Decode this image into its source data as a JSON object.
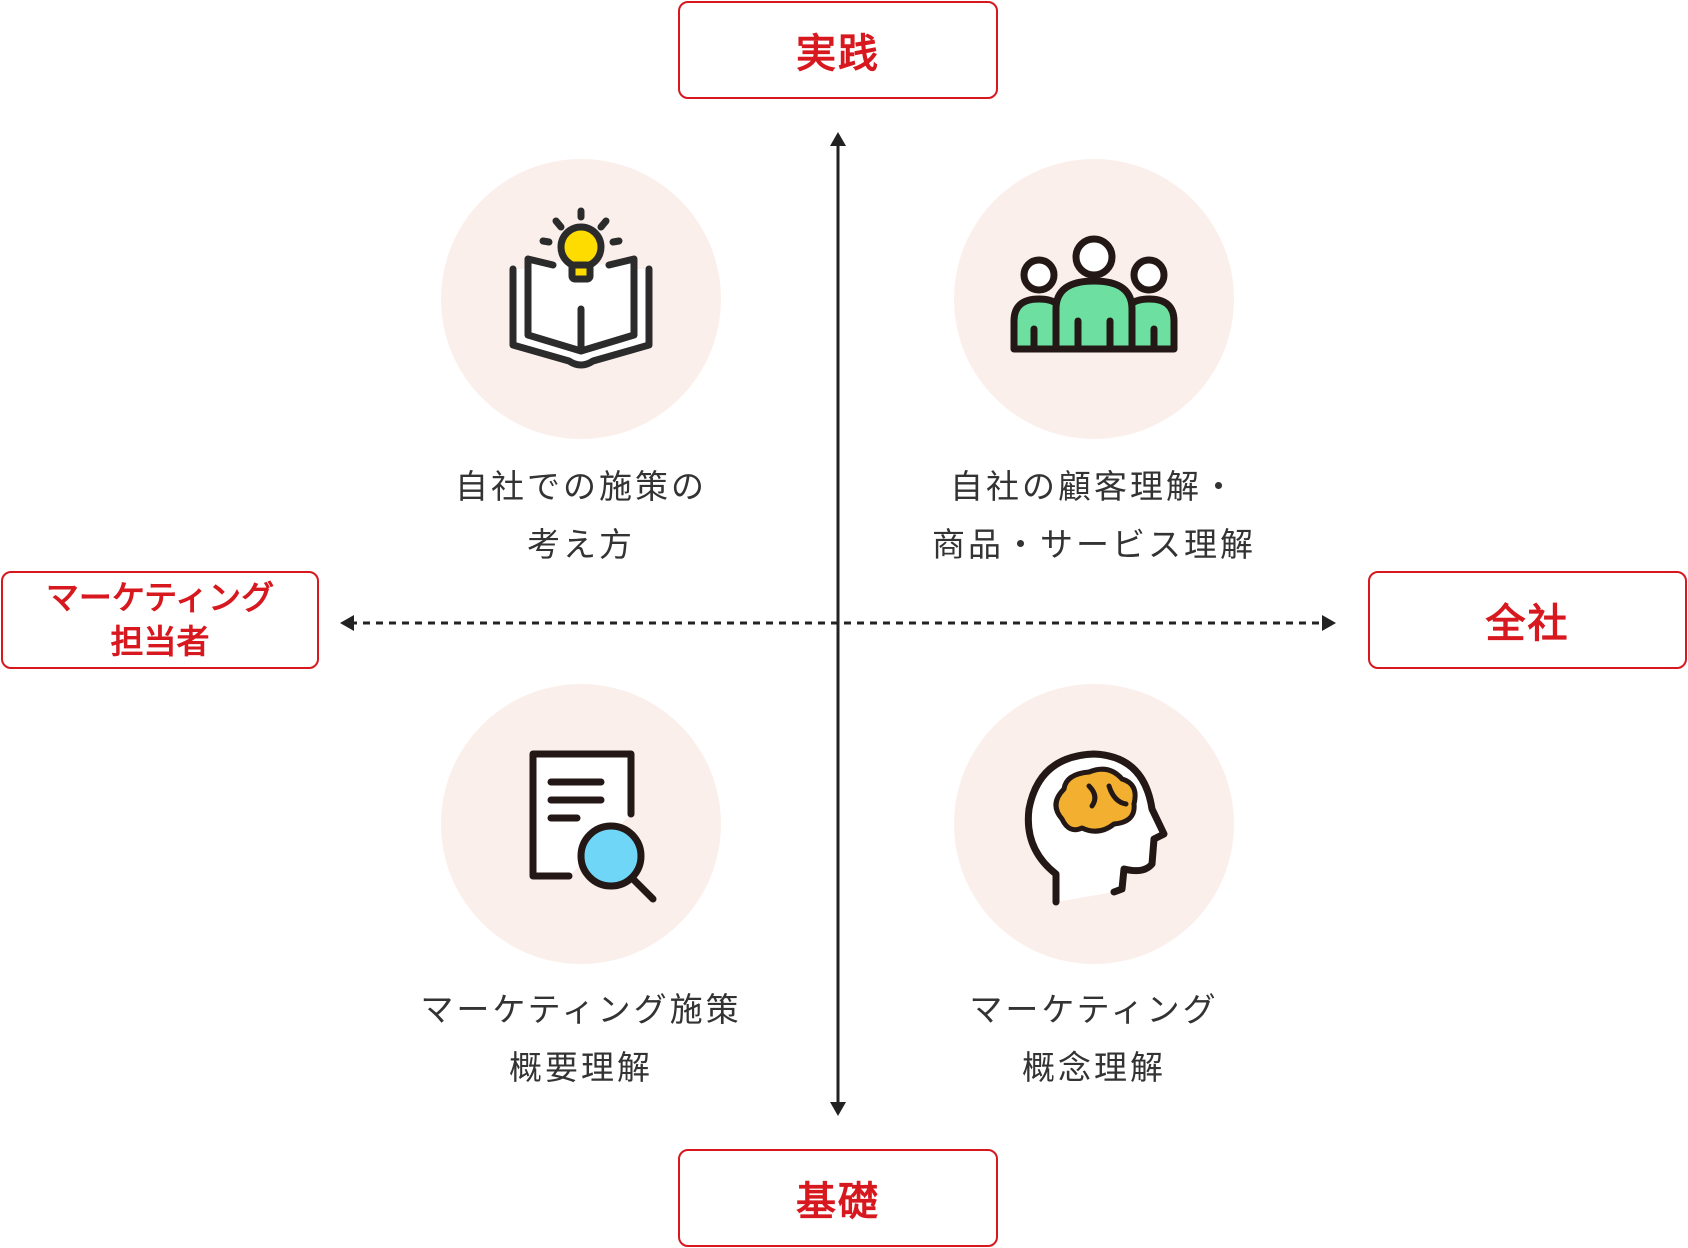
{
  "axes": {
    "top": "実践",
    "bottom": "基礎",
    "left": [
      "マーケティング",
      "担当者"
    ],
    "right": "全社"
  },
  "quadrants": [
    {
      "icon": "book-lightbulb-icon",
      "lines": [
        "自社での施策の",
        "考え方"
      ]
    },
    {
      "icon": "people-group-icon",
      "lines": [
        "自社の顧客理解・",
        "商品・サービス理解"
      ]
    },
    {
      "icon": "document-search-icon",
      "lines": [
        "マーケティング施策",
        "概要理解"
      ]
    },
    {
      "icon": "brain-head-icon",
      "lines": [
        "マーケティング",
        "概念理解"
      ]
    }
  ],
  "colors": {
    "accent": "#d7191f",
    "circle": "#fbefeb",
    "text": "#333333"
  }
}
